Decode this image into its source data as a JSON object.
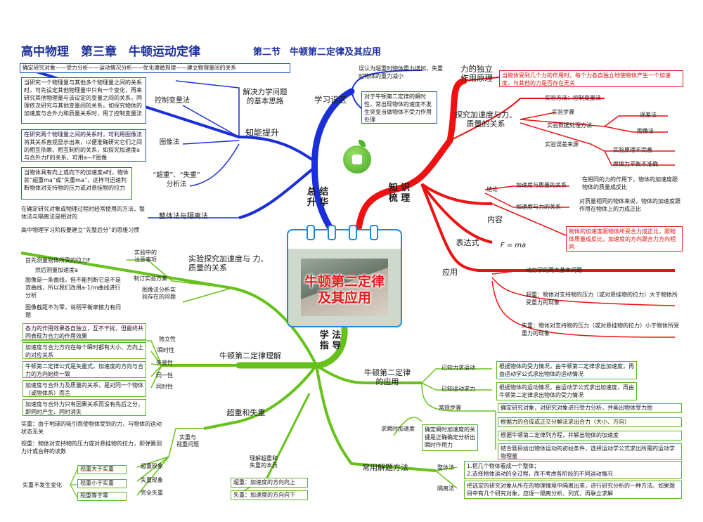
{
  "header": {
    "title": "高中物理　第三章　牛顿运动定律",
    "subtitle": "第二节　牛顿第二定律及其应用"
  },
  "center": {
    "title_line1": "牛顿第二定律",
    "title_line2": "及其应用"
  },
  "branches": {
    "zongjie": "总 结\n升 华",
    "zhishi": "知 识\n梳 理",
    "xuefa": "学 法\n指 导"
  },
  "blue": {
    "top_bar": "确定研究对象——受力分析——运动情况分析——优化遵循规律——建立物理量间的关系",
    "basic_idea": "解决力学问题\n的基本思路",
    "knowledge_up": "知能提升",
    "control": "控制变量法",
    "control_box": "当研究一个物理量与其他多个物理量之间的关系时，可先设定其他物理量中只有一个变化，再来研究其他物理量与该设定的变量之间的关系，同理依次研究与其他变量间的关系。如探究物体的加速度与合外力和质量关系时，用了控制变量法",
    "graph": "图像法",
    "graph_box": "在研究两个物理量之间的关系时，可利用图像法将其关系直观显示出来，以便准确研究它们之间的相互依赖、相互制约的关系，如探究加速度a与合外力F的关系，可用a—F图像",
    "chaozhong": "“超重”、“失重”\n分析法",
    "chaozhong_box": "当物体具有向上或向下的加速度a时，物体就“超重ma”或“失重ma”，这样可迅速判断物体对支持物的压力或对悬挂物的拉力",
    "whole": "整体法与隔离法",
    "whole_note": "在确定研究对象或物理过程时经常使用的方法，整体法与隔离法是相对的",
    "tip": "高中物理学习阶段要建立“先整后分”的思维习惯",
    "mistake": "学习误区",
    "mistake_note1": "误认为超重时物体重力增加，失重时物体的重力减小",
    "mistake_box": "对于牛顿第二定律的瞬时性，常出现物体的速度不发生突变当做物体不受力作用处理"
  },
  "red": {
    "indep": "力的独立\n作用原理",
    "indep_box": "当物体受到几个力的作用时，每个力各自独立地使物体产生一个加速度，与其他的力是否存在无关",
    "explore": "探究加速度与力、\n质量的关系",
    "idea": "实验方法：控制变量法",
    "steps": "实验步骤",
    "data_method": "实验数据处理方法",
    "list_method": "逐差法",
    "graph_method": "图像法",
    "error": "实验误差来源",
    "error1": "实验原理不完善",
    "error2": "摩擦力平衡不准确",
    "concl": "结论",
    "concl1": "加速度与质量的关系",
    "concl1_text": "在相同的力的作用下，物体的加速度跟物体的质量成反比",
    "concl2": "加速度与力的关系",
    "concl2_text": "对质量相同的物体来说，物体的加速度跟作用在物体上的力成正比",
    "content": "内容",
    "content_box": "物体的加速度跟物体所受合力成正比，跟物体质量成反比，加速度的方向跟合力方向相同",
    "expr": "表达式",
    "formula": "F = ma",
    "apply": "应用",
    "apply1": "动力学的两大基本问题",
    "apply2": "超重：物体对支持物的压力（或对悬挂物的拉力）大于物体所受重力的现象",
    "apply3": "失重：物体对支持物的压力（或对悬挂物的拉力）小于物体所受重力的现象"
  },
  "green": {
    "exp": "实验探究加速度与 力、\n质量的关系",
    "exp_note": "实验中的\n注意事项",
    "exp_n1": "首先测量物体所受的拉力F",
    "exp_n2": "然后测量加速度a",
    "exp_plan": "制订实验方案",
    "exp_plan_text": "图像是一条曲线，但不能判断它是不是双曲线，所以我们改用a-1/m曲线进行分析",
    "exp_graph": "图像法分析实\n验存在的问题",
    "exp_graph_text": "图像截距不为零，说明平衡摩擦力有问题",
    "understand": "牛顿第二定律理解",
    "u1": "各力的作用效果各自独立，互不干扰，但最终共同表现为合力的作用效果",
    "u1_tag": "独立性",
    "u2": "加速度与合力方向在每个瞬时都有大小、方向上的对应关系",
    "u2_tag": "瞬时性",
    "u3": "牛顿第二定律公式是矢量式，加速度的方向与合力的方向始终一致",
    "u3_tag": "矢量性",
    "u4": "加速度与合外力及质量的关系，是对同一个物体（或物体系）而言",
    "u4_tag": "同一性",
    "u5": "加速度与合外力只有因果关系而没有先后之分，即同时产生、同时消失",
    "u5_tag": "同时性",
    "weight": "超重和失重",
    "real": "实重与\n视重问题",
    "real1": "实重：由于地球的吸引而使物体受到的力，与物体的运动状态无关",
    "real2": "视重：物体对支持物的压力或对悬挂物的拉力，即弹簧测力计或台秤的读数",
    "ov": "超重现象",
    "ov_t": "视重大于实重",
    "lw": "失重现象",
    "lw_t": "视重小于实重",
    "fl": "完全失重",
    "fl_t": "视重等于零",
    "no_change": "实重不发生变化",
    "essence": "理解超重和\n失重的本质",
    "ess1": "超重：加速度的方向向上",
    "ess2": "失重：加速度的方向向下",
    "application": "牛顿第二定律\n的应用",
    "known_force": "已知力求运动",
    "kf_box": "根据物体的受力情况，由牛顿第二定律求出加速度，再由运动学公式求出物体的运动情况",
    "known_motion": "已知运动求力",
    "km_box": "根据物体的运动情况，由运动学公式求出加速度，再由牛顿第二定律求出物体的受力情况",
    "routine": "常规步骤",
    "r1": "确定研究对象，对研究对象进行受力分析，并画出物体受力图",
    "r2": "根据力的合成或正交分解法求出合力（大小、方向）",
    "r3": "根据牛顿第二定律列方程，并解出物体的加速度",
    "r4": "结合题目给出物体运动的初始条件，选择运动学公式求出所需的运动学物理量",
    "inst": "求瞬时加速度",
    "inst_box": "确定瞬时加速度的关键是正确确定分析出瞬时作用力",
    "methods": "常用解题方法",
    "whole": "整体法",
    "whole_box": "1.把几个物体看成一个整体；\n2.选择物体运动的全过程，而不考虑各阶段的不同运动情况",
    "iso": "隔离法",
    "iso_box": "把选定的研究对象从所在的物理情境中隔离出来，进行研究分析的一种方法。如果题目中有几个研究对象，应逐一隔离分析、列式，再联立求解"
  }
}
